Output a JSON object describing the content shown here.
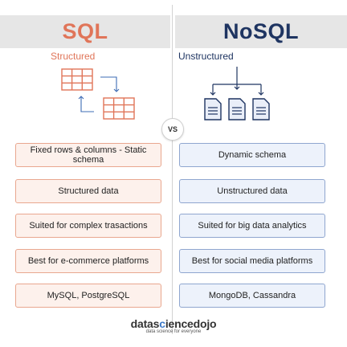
{
  "sql": {
    "title": "SQL",
    "subtitle": "Structured",
    "items": [
      "Fixed rows & columns - Static schema",
      "Structured data",
      "Suited for complex trasactions",
      "Best for e-commerce platforms",
      "MySQL, PostgreSQL"
    ]
  },
  "nosql": {
    "title": "NoSQL",
    "subtitle": "Unstructured",
    "items": [
      "Dynamic schema",
      "Unstructured data",
      "Suited for big data analytics",
      "Best for social media platforms",
      "MongoDB, Cassandra"
    ]
  },
  "vs_label": "VS",
  "footer": {
    "logo_prefix": "datas",
    "logo_accent": "c",
    "logo_suffix": "iencedojo",
    "tagline": "data science for everyone"
  },
  "colors": {
    "sql_accent": "#e07559",
    "nosql_accent": "#1e3461",
    "sql_box_bg": "#fdf1ec",
    "nosql_box_bg": "#edf2fb"
  },
  "icons": {
    "sql": "table-grid-icon",
    "nosql": "document-tree-icon"
  }
}
